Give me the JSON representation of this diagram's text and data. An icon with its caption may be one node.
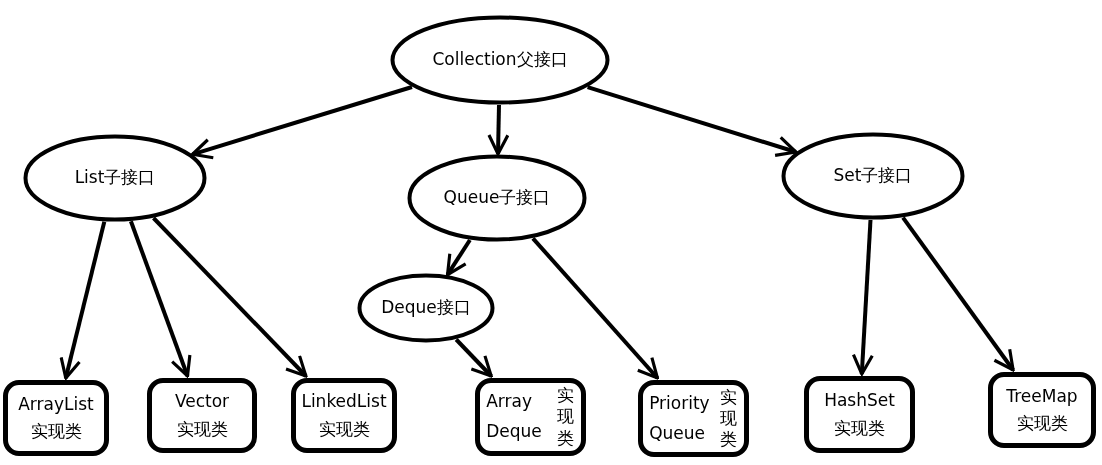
{
  "diagram": {
    "nodes": [
      {
        "text": [
          "Collection父接口"
        ]
      },
      {
        "text": [
          "List子接口"
        ]
      },
      {
        "text": [
          "Queue子接口"
        ]
      },
      {
        "text": [
          "Set子接口"
        ]
      },
      {
        "text": [
          "Deque接口"
        ]
      },
      {
        "text": [
          "ArrayList",
          "实现类"
        ]
      },
      {
        "text": [
          "Vector",
          "实现类"
        ]
      },
      {
        "text": [
          "LinkedList",
          "实现类"
        ]
      },
      {
        "text": [
          "Array Deque",
          "实现类"
        ]
      },
      {
        "text": [
          "Priority Queue",
          "实现类"
        ]
      },
      {
        "text": [
          "HashSet",
          "实现类"
        ]
      },
      {
        "text": [
          "TreeMap",
          "实现类"
        ]
      }
    ],
    "edges": [
      {
        "from": 0,
        "to": 1,
        "arrow": "to"
      },
      {
        "from": 0,
        "to": 2,
        "arrow": "to"
      },
      {
        "from": 0,
        "to": 3,
        "arrow": "to"
      },
      {
        "from": 1,
        "to": 5,
        "arrow": "to"
      },
      {
        "from": 1,
        "to": 6,
        "arrow": "to"
      },
      {
        "from": 1,
        "to": 7,
        "arrow": "to"
      },
      {
        "from": 2,
        "to": 4,
        "arrow": "to"
      },
      {
        "from": 2,
        "to": 9,
        "arrow": "to"
      },
      {
        "from": 4,
        "to": 8,
        "arrow": "to"
      },
      {
        "from": 3,
        "to": 10,
        "arrow": "to"
      },
      {
        "from": 3,
        "to": 11,
        "arrow": "to"
      }
    ]
  }
}
